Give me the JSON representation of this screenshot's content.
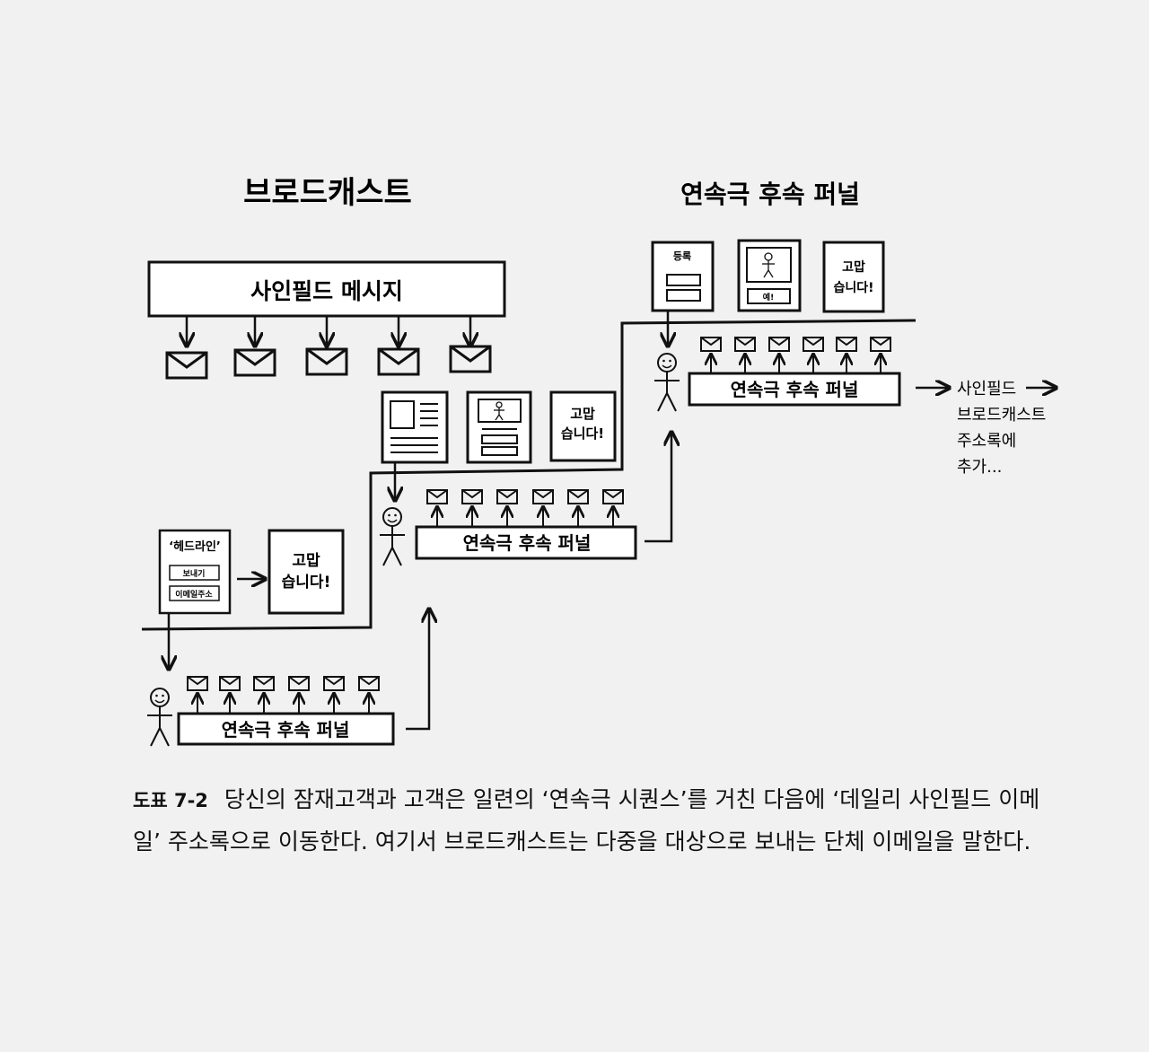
{
  "diagram": {
    "broadcast_title": "브로드캐스트",
    "series_title": "연속극 후속 퍼널",
    "signpost_message": "사인필드 메시지",
    "funnel_label": "연속극 후속 퍼널",
    "funnel_label_2": "연속극 후속 퍼널",
    "funnel_label_3": "연속극 후속 퍼널",
    "headline": "‘헤드라인’",
    "send_btn": "보내기",
    "email_btn": "이메일주소",
    "thanks_line1": "고맙",
    "thanks_line2": "습니다!",
    "register": "등록",
    "yes": "예!",
    "next_1": "사인필드",
    "next_2": "브로드캐스트",
    "next_3": "주소록에",
    "next_4": "추가..."
  },
  "caption": {
    "figure_label": "도표 7-2",
    "text": "당신의 잠재고객과 고객은 일련의 ‘연속극 시퀀스’를 거친 다음에 ‘데일리 사인필드 이메일’ 주소록으로 이동한다. 여기서 브로드캐스트는 다중을 대상으로 보내는 단체 이메일을 말한다."
  }
}
